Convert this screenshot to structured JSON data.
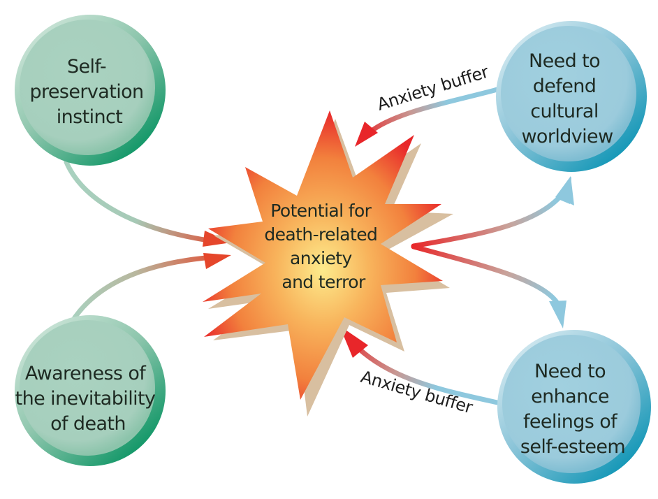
{
  "diagram": {
    "title": "Terror management theory",
    "center": {
      "id": "potential",
      "lines": [
        "Potential for",
        "death-related",
        "anxiety",
        "and terror"
      ],
      "shape": "starburst",
      "colors": {
        "core": "#fde88a",
        "mid": "#f5964a",
        "edge": "#ea2a26",
        "shadow": "#d8bfa0"
      }
    },
    "nodes": [
      {
        "id": "self_preservation",
        "lines": [
          "Self-",
          "preservation",
          "instinct"
        ],
        "color_family": "green"
      },
      {
        "id": "awareness_of_death",
        "lines": [
          "Awareness of",
          "the inevitability",
          "of death"
        ],
        "color_family": "green"
      },
      {
        "id": "defend_worldview",
        "lines": [
          "Need to",
          "defend",
          "cultural",
          "worldview"
        ],
        "color_family": "blue"
      },
      {
        "id": "enhance_self_esteem",
        "lines": [
          "Need to",
          "enhance",
          "feelings of",
          "self-esteem"
        ],
        "color_family": "blue"
      }
    ],
    "edges": [
      {
        "from": "self_preservation",
        "to": "potential",
        "label": ""
      },
      {
        "from": "awareness_of_death",
        "to": "potential",
        "label": ""
      },
      {
        "from": "potential",
        "to": "defend_worldview",
        "label": ""
      },
      {
        "from": "potential",
        "to": "enhance_self_esteem",
        "label": ""
      },
      {
        "from": "defend_worldview",
        "to": "potential",
        "label": "Anxiety buffer"
      },
      {
        "from": "enhance_self_esteem",
        "to": "potential",
        "label": "Anxiety buffer"
      }
    ],
    "colors": {
      "green_fill": "#a9d1bf",
      "green_rim": "#1a9a6c",
      "blue_fill": "#9ccddd",
      "blue_rim": "#1f9ab8",
      "arrow_red": "#e8262a",
      "arrow_green": "#a9d1bf",
      "arrow_blue": "#8ec8de"
    }
  }
}
